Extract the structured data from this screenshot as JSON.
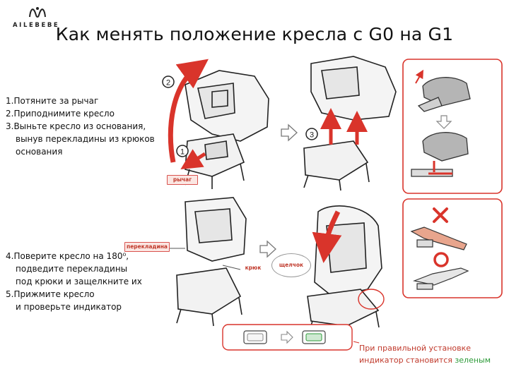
{
  "brand": {
    "name": "AILEBEBE"
  },
  "title": "Как менять положение кресла с G0 на G1",
  "steps_a": [
    {
      "text": "1.Потяните за рычаг",
      "indent": false
    },
    {
      "text": "2.Приподнимите кресло",
      "indent": false
    },
    {
      "text": "3.Выньте кресло из основания,",
      "indent": false
    },
    {
      "text": "вынув перекладины из крюков",
      "indent": true
    },
    {
      "text": "основания",
      "indent": true
    }
  ],
  "steps_b": [
    {
      "text": "4.Поверите кресло на 180⁰,",
      "indent": false
    },
    {
      "text": "подведите перекладины",
      "indent": true
    },
    {
      "text": "под крюки и защелкните их",
      "indent": true
    },
    {
      "text": "5.Прижмите кресло",
      "indent": false
    },
    {
      "text": "и проверьте индикатор",
      "indent": true
    }
  ],
  "labels": {
    "lever": "рычаг",
    "crossbar": "перекладина",
    "hook": "крюк",
    "click": "щелчок"
  },
  "callouts": {
    "n1": "1",
    "n2": "2",
    "n3": "3"
  },
  "note": {
    "line1": "При правильной установке",
    "line2_prefix": "индикатор становится ",
    "line2_green": "зеленым"
  },
  "colors": {
    "accent_red": "#d9342b",
    "green": "#2e9b3a"
  }
}
